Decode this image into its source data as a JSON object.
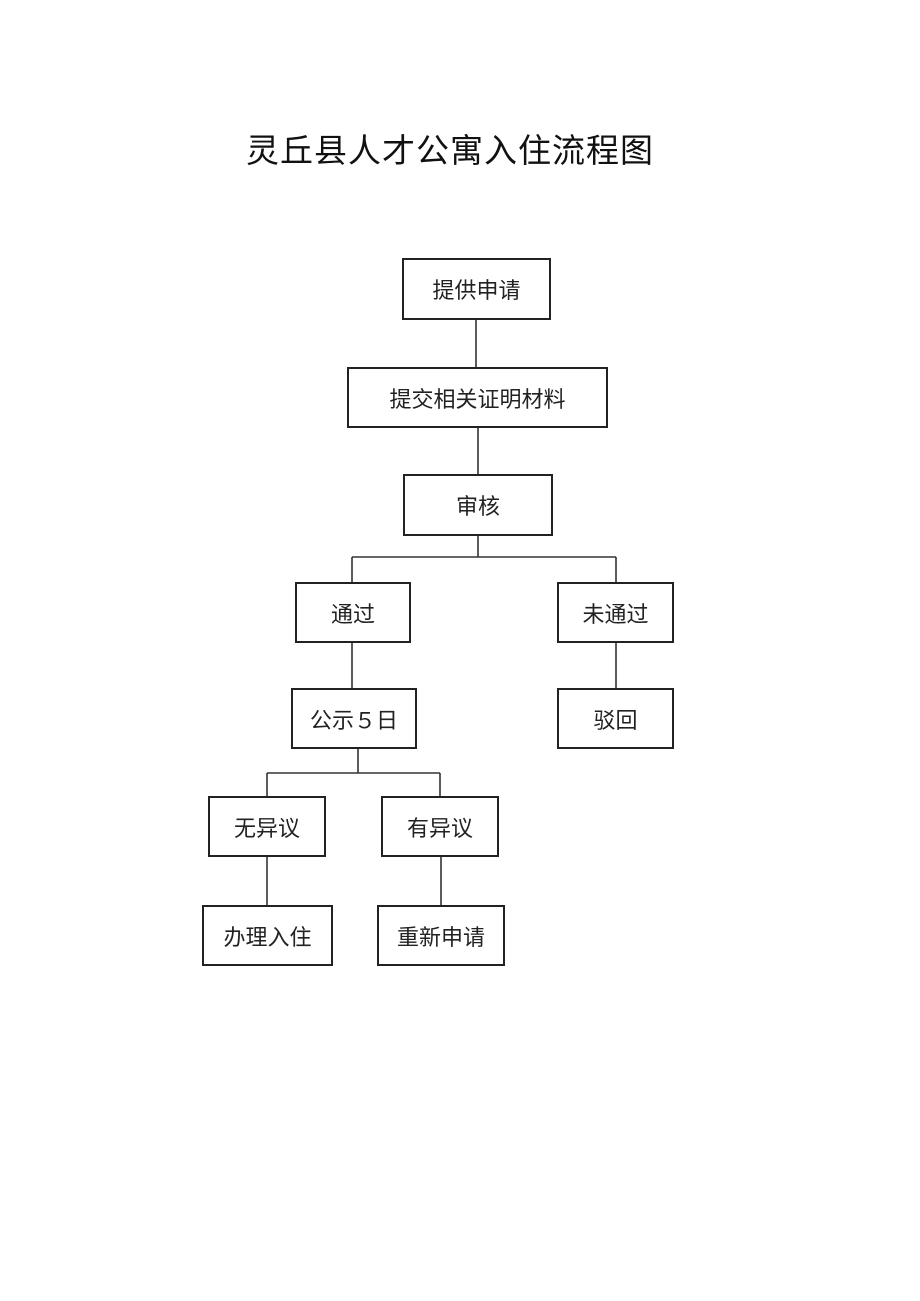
{
  "title": "灵丘县人才公寓入住流程图",
  "nodes": {
    "apply": "提供申请",
    "submit_materials": "提交相关证明材料",
    "review": "审核",
    "pass": "通过",
    "fail": "未通过",
    "publicity": "公示５日",
    "reject": "驳回",
    "no_objection": "无异议",
    "objection": "有异议",
    "move_in": "办理入住",
    "reapply": "重新申请"
  }
}
